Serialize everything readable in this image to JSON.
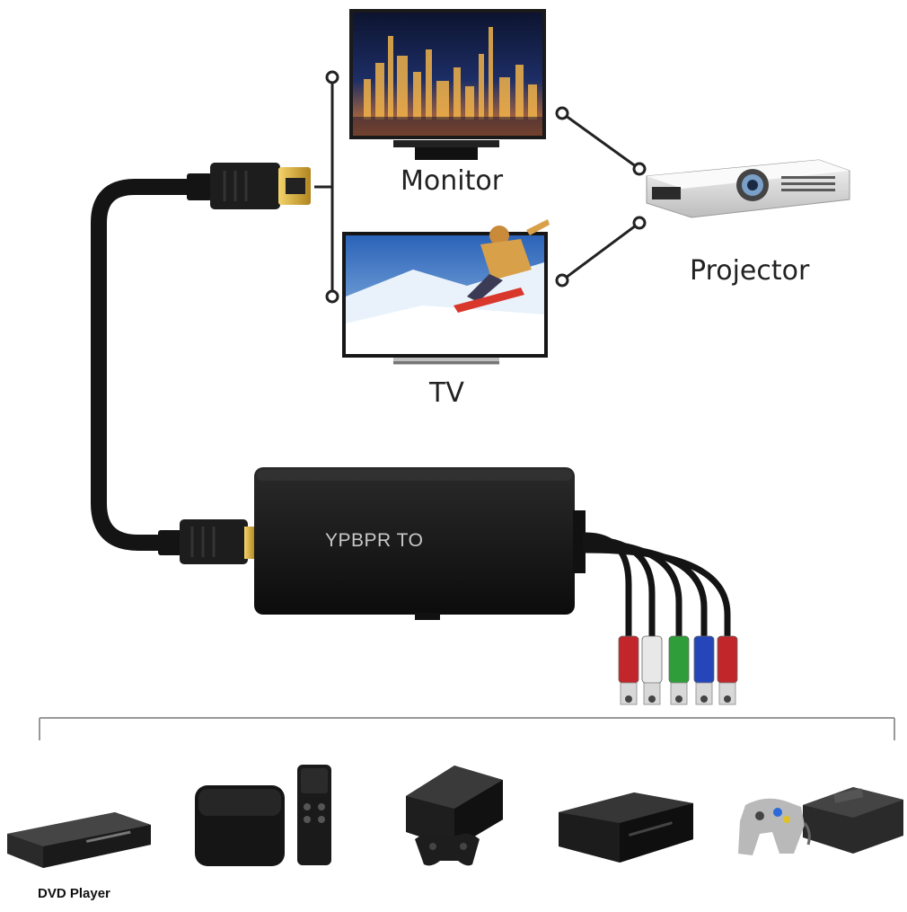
{
  "outputs": {
    "monitor_label": "Monitor",
    "tv_label": "TV",
    "projector_label": "Projector"
  },
  "converter": {
    "label": "YPBPR TO"
  },
  "sources": {
    "dvd_label": "DVD Player"
  },
  "colors": {
    "component_red": "#c0262a",
    "component_white": "#e8e8e8",
    "component_green": "#2f9e3a",
    "component_blue": "#2446b8",
    "hdmi_gold": "#d9b13a",
    "device_black": "#141414"
  }
}
